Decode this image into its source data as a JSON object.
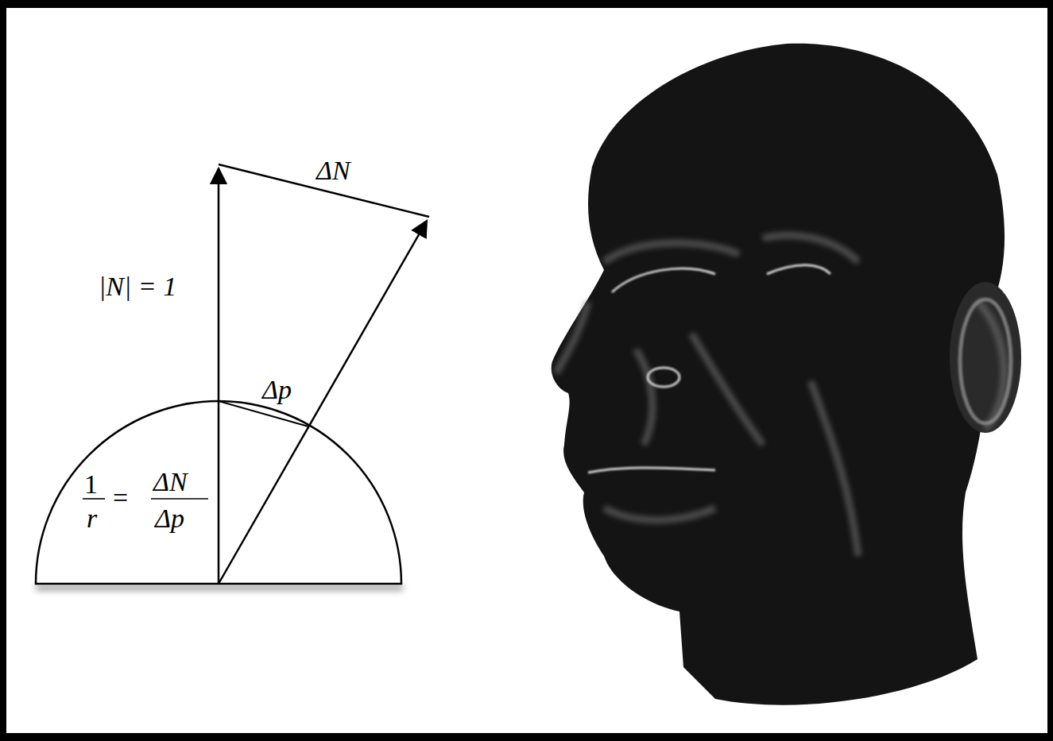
{
  "diagram": {
    "labels": [
      "ΔN",
      "|N| = 1",
      "Δp",
      "1",
      "r",
      "=",
      "ΔN",
      "Δp"
    ]
  }
}
